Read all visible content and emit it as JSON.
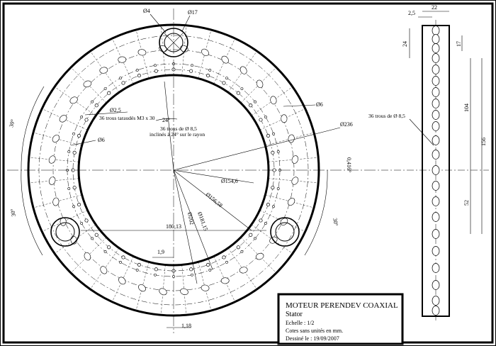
{
  "title_block": {
    "title": "MOTEUR PERENDEV COAXIAL",
    "subtitle": "Stator",
    "scale": "Echelle : 1/2",
    "units": "Cotes sans unités en mm.",
    "drawn": "Dessiné le : 19/09/2007"
  },
  "front_view": {
    "dims": {
      "d4": "Ø4",
      "d17": "Ø17",
      "d2_5": "Ø2,5",
      "d6_left": "Ø6",
      "d6_right": "Ø6",
      "d236": "Ø236",
      "d154_6": "Ø154,6",
      "d156_58": "Ø156,58",
      "d181_15": "Ø181,15",
      "d202": "Ø202",
      "w180_13": "180,13",
      "w1_9": "1,9",
      "w1_18": "1,18",
      "a0_416": "0,416°",
      "a30_top": "30°",
      "a30_left": "30°",
      "a30_right": "30°",
      "a24": "24°"
    },
    "notes": {
      "tapped": "36 trous taraudés M3 x 30",
      "holes_line1": "36 trous de Ø 8,5",
      "holes_line2": "inclinés à 24° sur le rayon"
    }
  },
  "side_view": {
    "dims": {
      "w22": "22",
      "w2_5": "2,5",
      "h24": "24",
      "h17": "17",
      "h104": "104",
      "h156": "156",
      "h52": "52"
    },
    "note": "36 trous de Ø 8,5"
  }
}
